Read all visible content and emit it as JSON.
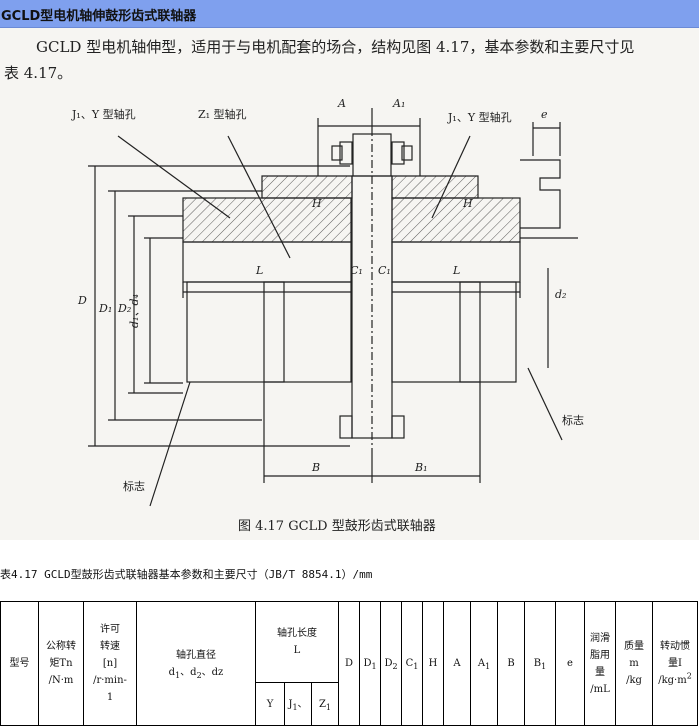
{
  "window": {
    "title": "GCLD型电机轴伸鼓形齿式联轴器"
  },
  "intro": {
    "line1": "GCLD 型电机轴伸型，适用于与电机配套的场合，结构见图 4.17，基本参数和主要尺寸见",
    "line2": "表 4.17。"
  },
  "figure": {
    "labels": {
      "jy_left": "J₁、Y 型轴孔",
      "z1_hole": "Z₁ 型轴孔",
      "jy_right": "J₁、Y 型轴孔",
      "mark_right": "标志",
      "mark_left": "标志"
    },
    "dims": {
      "A": "A",
      "A1": "A₁",
      "e": "e",
      "H": "H",
      "L": "L",
      "C1": "C₁",
      "D": "D",
      "D1": "D₁",
      "D2": "D₂",
      "d1d4": "d₁、d₄",
      "d2": "d₂",
      "B": "B",
      "B1": "B₁"
    },
    "caption": "图 4.17   GCLD 型鼓形齿式联轴器"
  },
  "table_caption": "表4.17 GCLD型鼓形齿式联轴器基本参数和主要尺寸（JB/T 8854.1）/mm",
  "table": {
    "model": "型号",
    "torque_l1": "公称转",
    "torque_l2": "矩Tn",
    "torque_l3": "/N·m",
    "speed_l1": "许可",
    "speed_l2": "转速",
    "speed_l3": "[n]",
    "speed_l4": "/r·min-",
    "speed_l5": "1",
    "diameter_l1": "轴孔直径",
    "hole_length_l1": "轴孔长度",
    "hole_length_l2": "L",
    "y": "Y",
    "D": "D",
    "A": "A",
    "B": "B",
    "e": "e",
    "H": "H",
    "grease_l1": "润滑",
    "grease_l2": "脂用",
    "grease_l3": "量",
    "grease_l4": "/mL",
    "mass_l1": "质量",
    "mass_l2": "m",
    "mass_l3": "/kg",
    "inertia_l1": "转动惯",
    "inertia_l2": "量I"
  }
}
